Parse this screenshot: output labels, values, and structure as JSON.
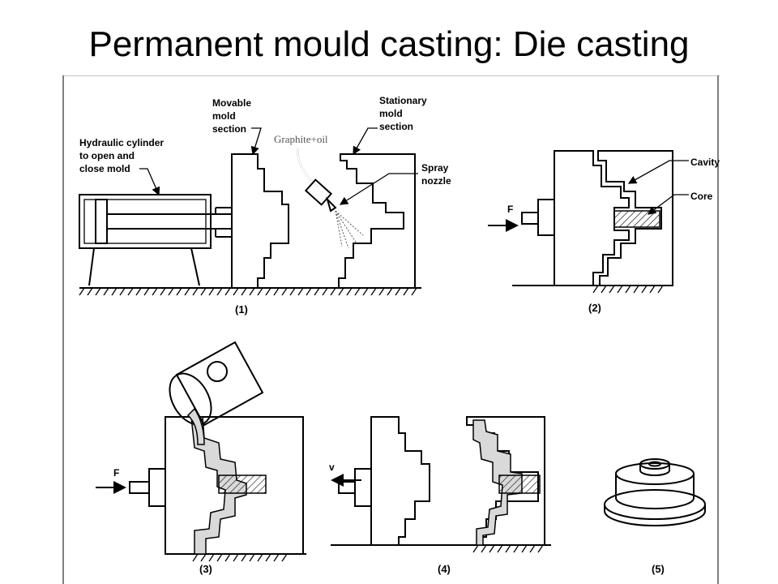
{
  "title": "Permanent mould casting: Die casting",
  "labels": {
    "hydraulic": [
      "Hydraulic cylinder",
      "to open and",
      "close mold"
    ],
    "movable": [
      "Movable",
      "mold",
      "section"
    ],
    "stationary": [
      "Stationary",
      "mold",
      "section"
    ],
    "spray": [
      "Spray",
      "nozzle"
    ],
    "graphite": "Graphite+oil",
    "cavity": "Cavity",
    "core": "Core",
    "force": "F",
    "velocity": "v"
  },
  "steps": [
    "(1)",
    "(2)",
    "(3)",
    "(4)",
    "(5)"
  ]
}
